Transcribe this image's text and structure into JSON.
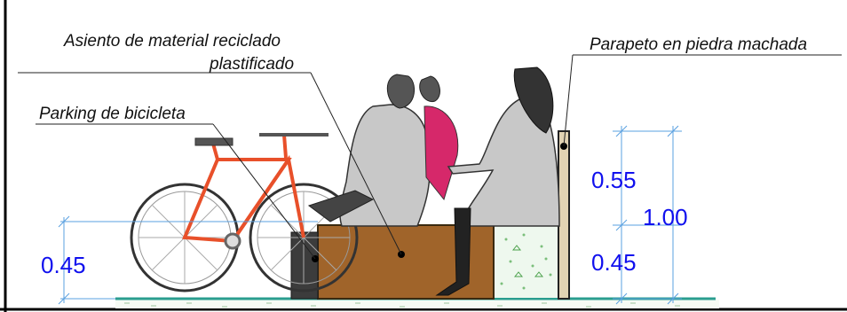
{
  "labels": {
    "seat": [
      "Asiento de material reciclado",
      "plastificado"
    ],
    "bike_parking": "Parking de bicicleta",
    "parapet": "Parapeto en piedra machada"
  },
  "dimensions": {
    "seat_height": "0.45",
    "backrest_height": "0.55",
    "parapet_lower": "0.45",
    "parapet_total": "1.00"
  },
  "colors": {
    "ground_line": "#2a9d8f",
    "seat_fill": "#a0642a",
    "bike_frame": "#e8502a",
    "parapet_fill": "#e2d3b3",
    "dimension_text": "#1010ee",
    "dimension_line": "#5aa0e0",
    "planter_fill": "#ddf2dd"
  },
  "icons": [
    "bicycle-icon",
    "person-seated-icon"
  ]
}
